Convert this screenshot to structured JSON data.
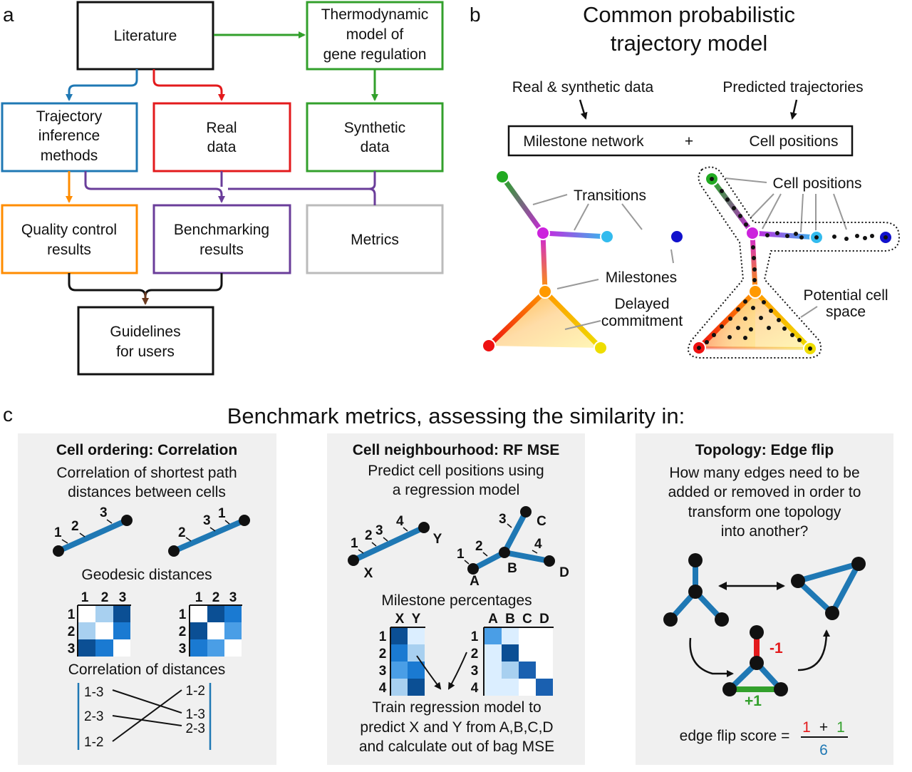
{
  "panel_a": {
    "letter": "a",
    "literature": "Literature",
    "thermo": [
      "Thermodynamic",
      "model of",
      "gene regulation"
    ],
    "ti_methods": [
      "Trajectory",
      "inference",
      "methods"
    ],
    "real_data": [
      "Real",
      "data"
    ],
    "synthetic_data": [
      "Synthetic",
      "data"
    ],
    "quality_control": [
      "Quality control",
      "results"
    ],
    "benchmarking": [
      "Benchmarking",
      "results"
    ],
    "metrics": "Metrics",
    "guidelines": [
      "Guidelines",
      "for users"
    ]
  },
  "panel_b": {
    "letter": "b",
    "title": [
      "Common probabilistic",
      "trajectory model"
    ],
    "real_synthetic": "Real & synthetic data",
    "predicted": "Predicted trajectories",
    "milestone_network": "Milestone network",
    "plus": "+",
    "cell_positions_box": "Cell positions",
    "transitions": "Transitions",
    "milestones": "Milestones",
    "delayed": [
      "Delayed",
      "commitment"
    ],
    "cell_positions_label": "Cell positions",
    "potential": [
      "Potential cell",
      "space"
    ]
  },
  "panel_c": {
    "letter": "c",
    "title": "Benchmark metrics, assessing the similarity in:",
    "correlation": {
      "heading": "Cell ordering: Correlation",
      "desc": [
        "Correlation of shortest path",
        "distances between cells"
      ],
      "geodesic": "Geodesic distances",
      "corr_dist": "Correlation of distances",
      "left_pairs": [
        "1-3",
        "2-3",
        "1-2"
      ],
      "right_pairs": [
        "1-2",
        "1-3",
        "2-3"
      ],
      "numbers": [
        "1",
        "2",
        "3"
      ]
    },
    "rfmse": {
      "heading": "Cell neighbourhood: RF MSE",
      "desc": [
        "Predict cell positions using",
        "a regression model"
      ],
      "milestone_pct": "Milestone percentages",
      "xy_cols": [
        "X",
        "Y"
      ],
      "abcd_cols": [
        "A",
        "B",
        "C",
        "D"
      ],
      "rows": [
        "1",
        "2",
        "3",
        "4"
      ],
      "train": [
        "Train regression model to",
        "predict X and Y from A,B,C,D",
        "and calculate out of bag MSE"
      ]
    },
    "edgeflip": {
      "heading": "Topology: Edge flip",
      "desc": [
        "How many edges need to be",
        "added or removed in order to",
        "transform one topology",
        "into another?"
      ],
      "minus": "-1",
      "plus": "+1",
      "score_label": "edge flip score =",
      "num_a": "1",
      "num_plus": "+",
      "num_b": "1",
      "den": "6"
    }
  },
  "colors": {
    "black": "#111111",
    "green": "#33a02c",
    "blue": "#1f78b4",
    "red": "#e31a1c",
    "orange": "#ff8c00",
    "purple": "#6a3d9a",
    "gray": "#bbbbbb",
    "panel_bg": "#f0f0f0"
  }
}
